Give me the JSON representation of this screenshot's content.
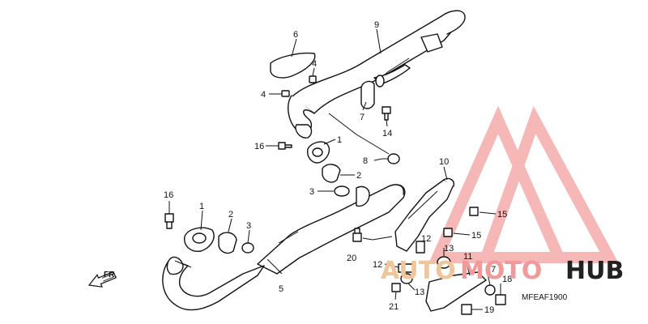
{
  "diagram": {
    "code": "MFEAF1900",
    "direction_label": "FR.",
    "callouts": [
      {
        "id": "c-6",
        "text": "6"
      },
      {
        "id": "c-9",
        "text": "9"
      },
      {
        "id": "c-4a",
        "text": "4"
      },
      {
        "id": "c-4b",
        "text": "4"
      },
      {
        "id": "c-7",
        "text": "7"
      },
      {
        "id": "c-14",
        "text": "14"
      },
      {
        "id": "c-16a",
        "text": "16"
      },
      {
        "id": "c-1a",
        "text": "1"
      },
      {
        "id": "c-8",
        "text": "8"
      },
      {
        "id": "c-2a",
        "text": "2"
      },
      {
        "id": "c-3a",
        "text": "3"
      },
      {
        "id": "c-10",
        "text": "10"
      },
      {
        "id": "c-15a",
        "text": "15"
      },
      {
        "id": "c-15b",
        "text": "15"
      },
      {
        "id": "c-16b",
        "text": "16"
      },
      {
        "id": "c-1b",
        "text": "1"
      },
      {
        "id": "c-2b",
        "text": "2"
      },
      {
        "id": "c-3b",
        "text": "3"
      },
      {
        "id": "c-12a",
        "text": "12"
      },
      {
        "id": "c-13a",
        "text": "13"
      },
      {
        "id": "c-20",
        "text": "20"
      },
      {
        "id": "c-12b",
        "text": "12"
      },
      {
        "id": "c-11",
        "text": "11"
      },
      {
        "id": "c-17",
        "text": "17"
      },
      {
        "id": "c-18",
        "text": "18"
      },
      {
        "id": "c-5",
        "text": "5"
      },
      {
        "id": "c-13b",
        "text": "13"
      },
      {
        "id": "c-21",
        "text": "21"
      },
      {
        "id": "c-19",
        "text": "19"
      }
    ]
  },
  "watermark": {
    "part1": "AUTO",
    "part2": "MOTO",
    "part3": "HUB",
    "colors": {
      "auto": "#f0c59a",
      "moto": "#f09a9a",
      "hub": "#222222",
      "logo": "#f4a0a0"
    }
  }
}
